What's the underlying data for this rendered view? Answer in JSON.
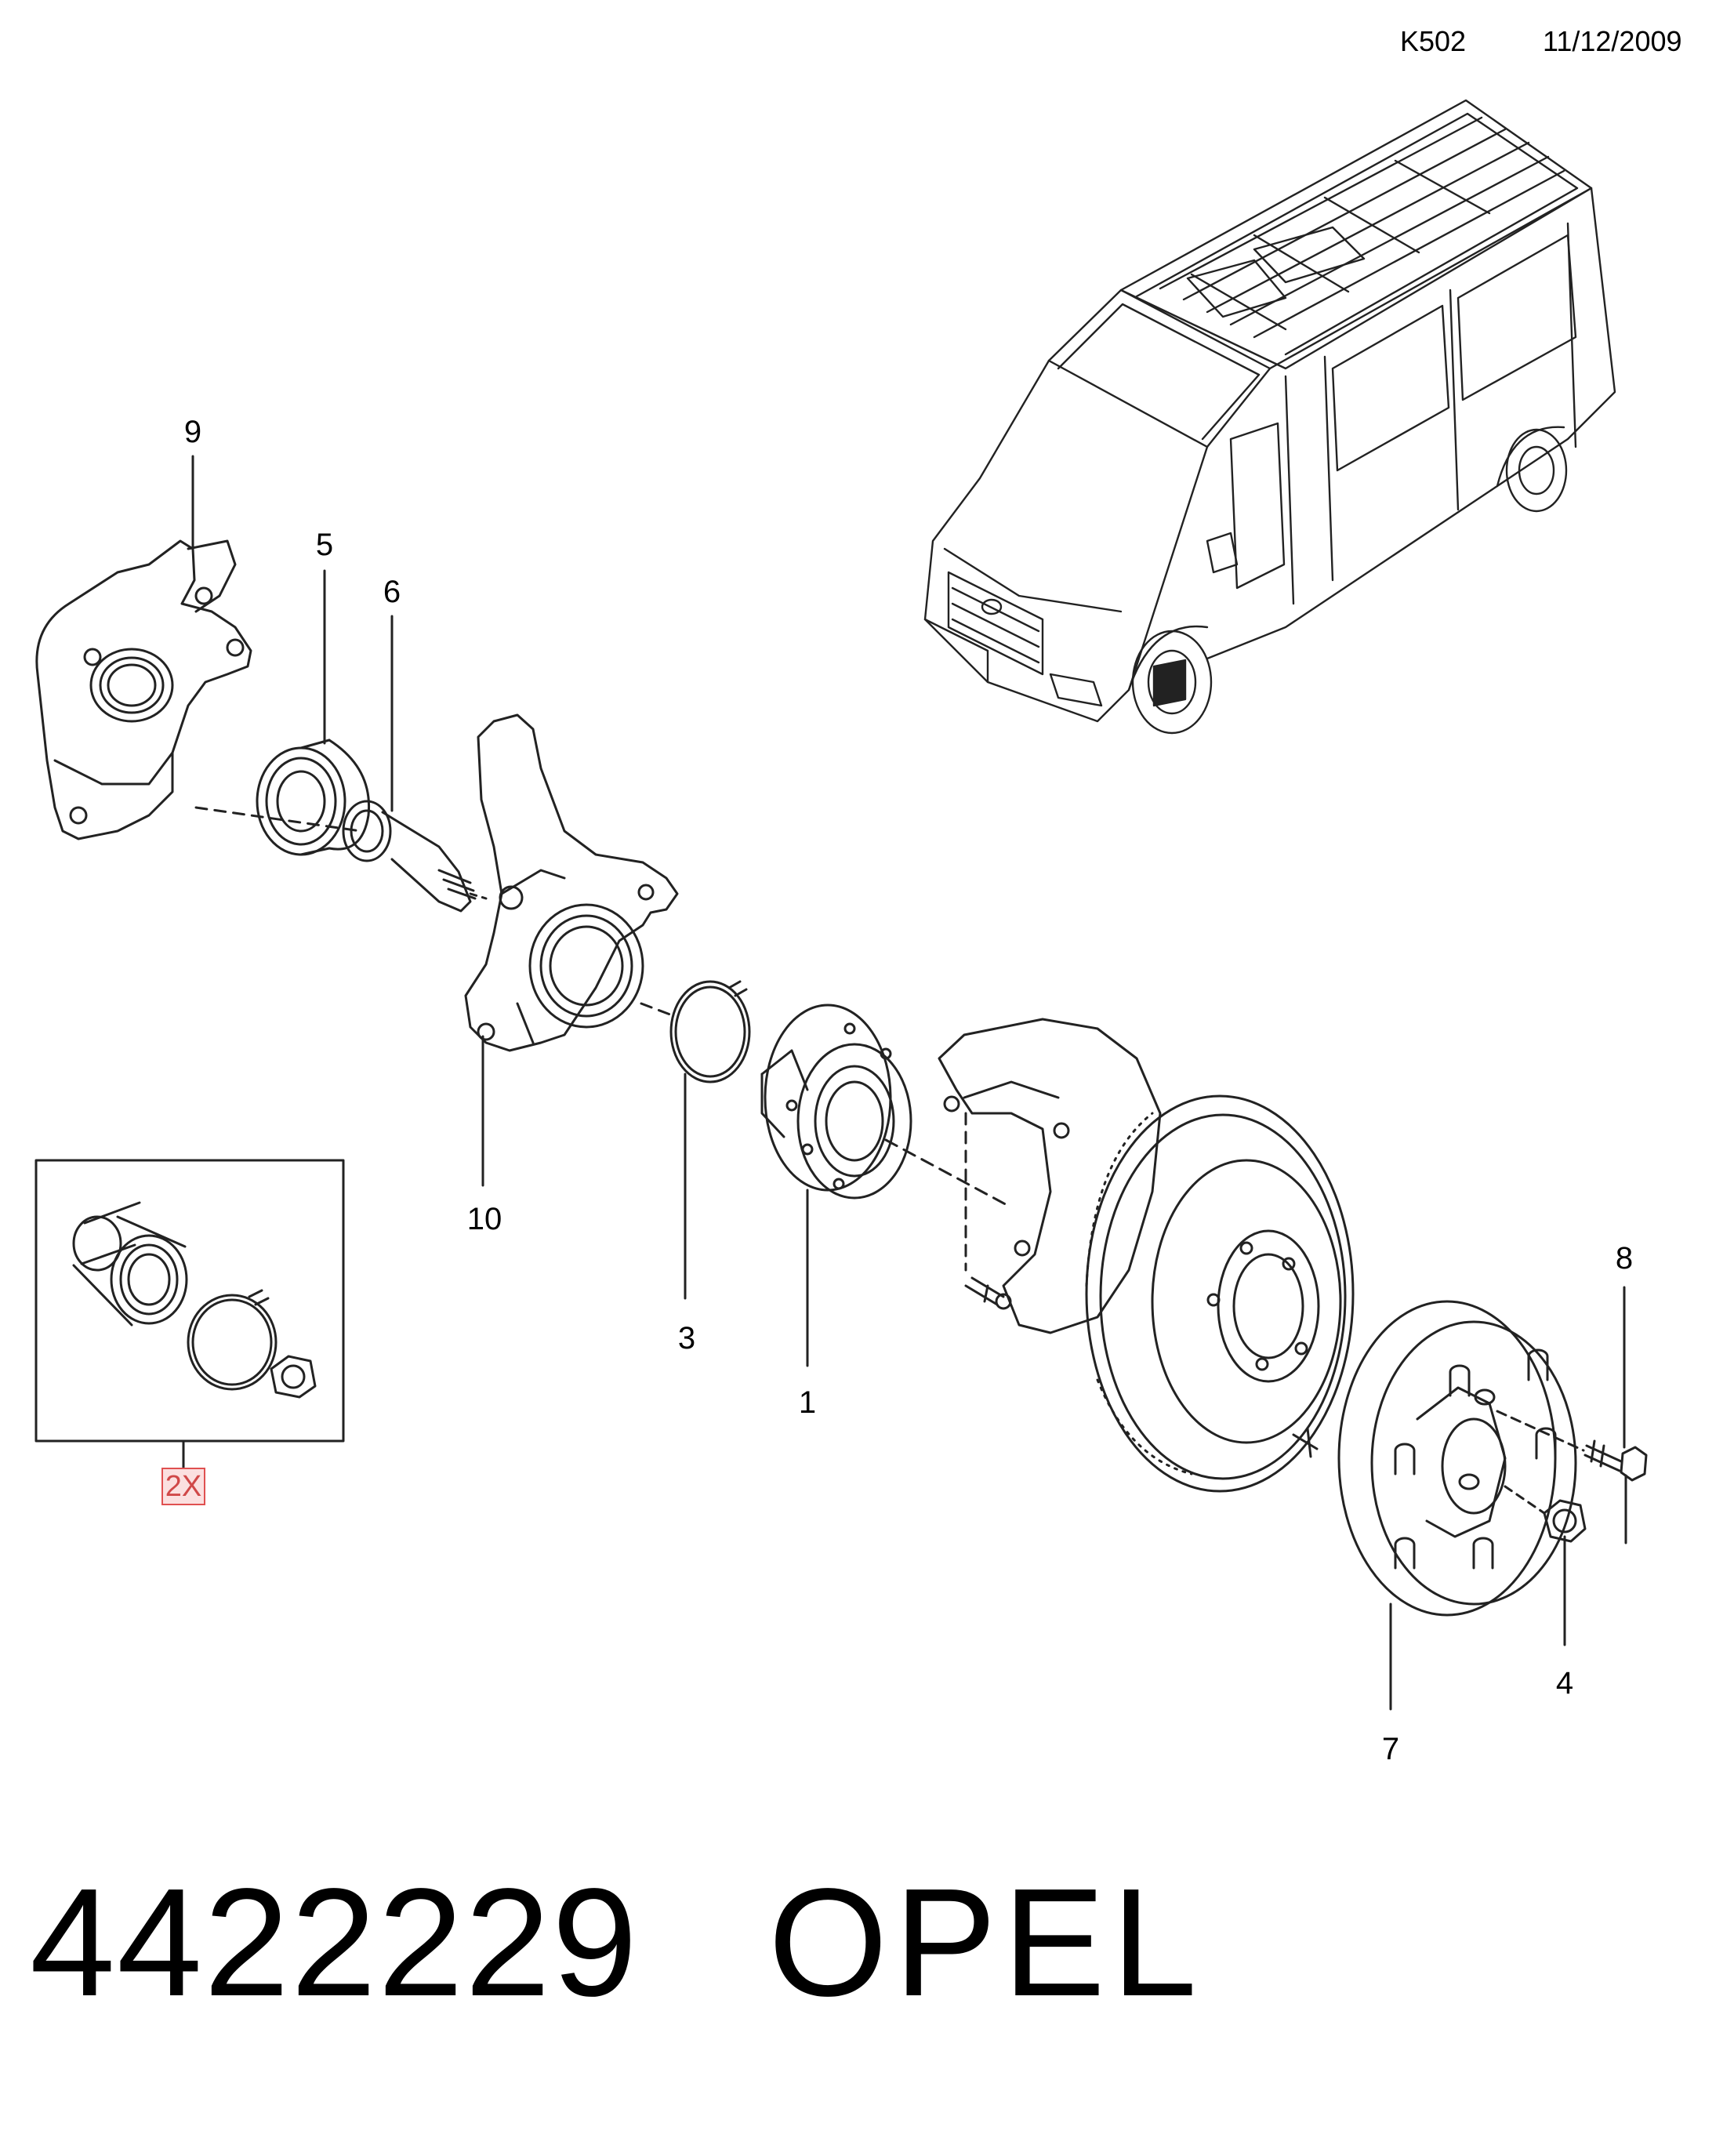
{
  "header": {
    "code": "K502",
    "date": "11/12/2009"
  },
  "callouts": {
    "c1": "1",
    "c3": "3",
    "c4": "4",
    "c5": "5",
    "c6": "6",
    "c7": "7",
    "c8": "8",
    "c9": "9",
    "c10": "10"
  },
  "kit": {
    "quantity": "2X"
  },
  "footer": {
    "part_number": "4422229",
    "brand": "OPEL"
  }
}
